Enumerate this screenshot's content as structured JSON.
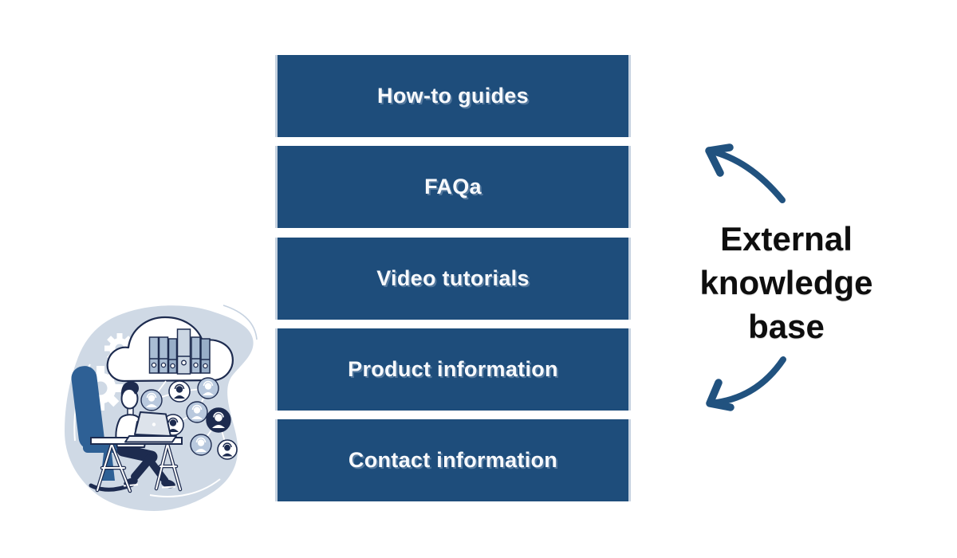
{
  "list": {
    "items": [
      {
        "label": "How-to guides"
      },
      {
        "label": "FAQa"
      },
      {
        "label": "Video tutorials"
      },
      {
        "label": "Product information"
      },
      {
        "label": "Contact information"
      }
    ]
  },
  "heading": {
    "text": "External knowledge base",
    "lines": [
      "External",
      "knowledge",
      "base"
    ]
  },
  "arrows": {
    "top": "curved-arrow-pointing-up-left",
    "bottom": "curved-arrow-pointing-down-left",
    "color": "#21527f"
  },
  "colors": {
    "bar_navy": "#1e4d7b",
    "bar_edge_light": "#c6d2e0",
    "bar_text": "#f7f9fc",
    "heading_text": "#0e0e0e",
    "arrow_navy": "#21527f",
    "blob_light_blue": "#cfd9e5",
    "illustration_outline": "#1d2b4f",
    "chair_blue": "#2e6095",
    "avatar_light": "#b9c9de",
    "avatar_dark": "#1d2b4f"
  },
  "illustration": {
    "name": "person-with-laptop-cloud-knowledge-network",
    "elements": [
      "gears",
      "cloud-with-binders",
      "user-network-avatars",
      "person-at-desk-with-laptop",
      "trestle-desk",
      "office-chair"
    ]
  }
}
